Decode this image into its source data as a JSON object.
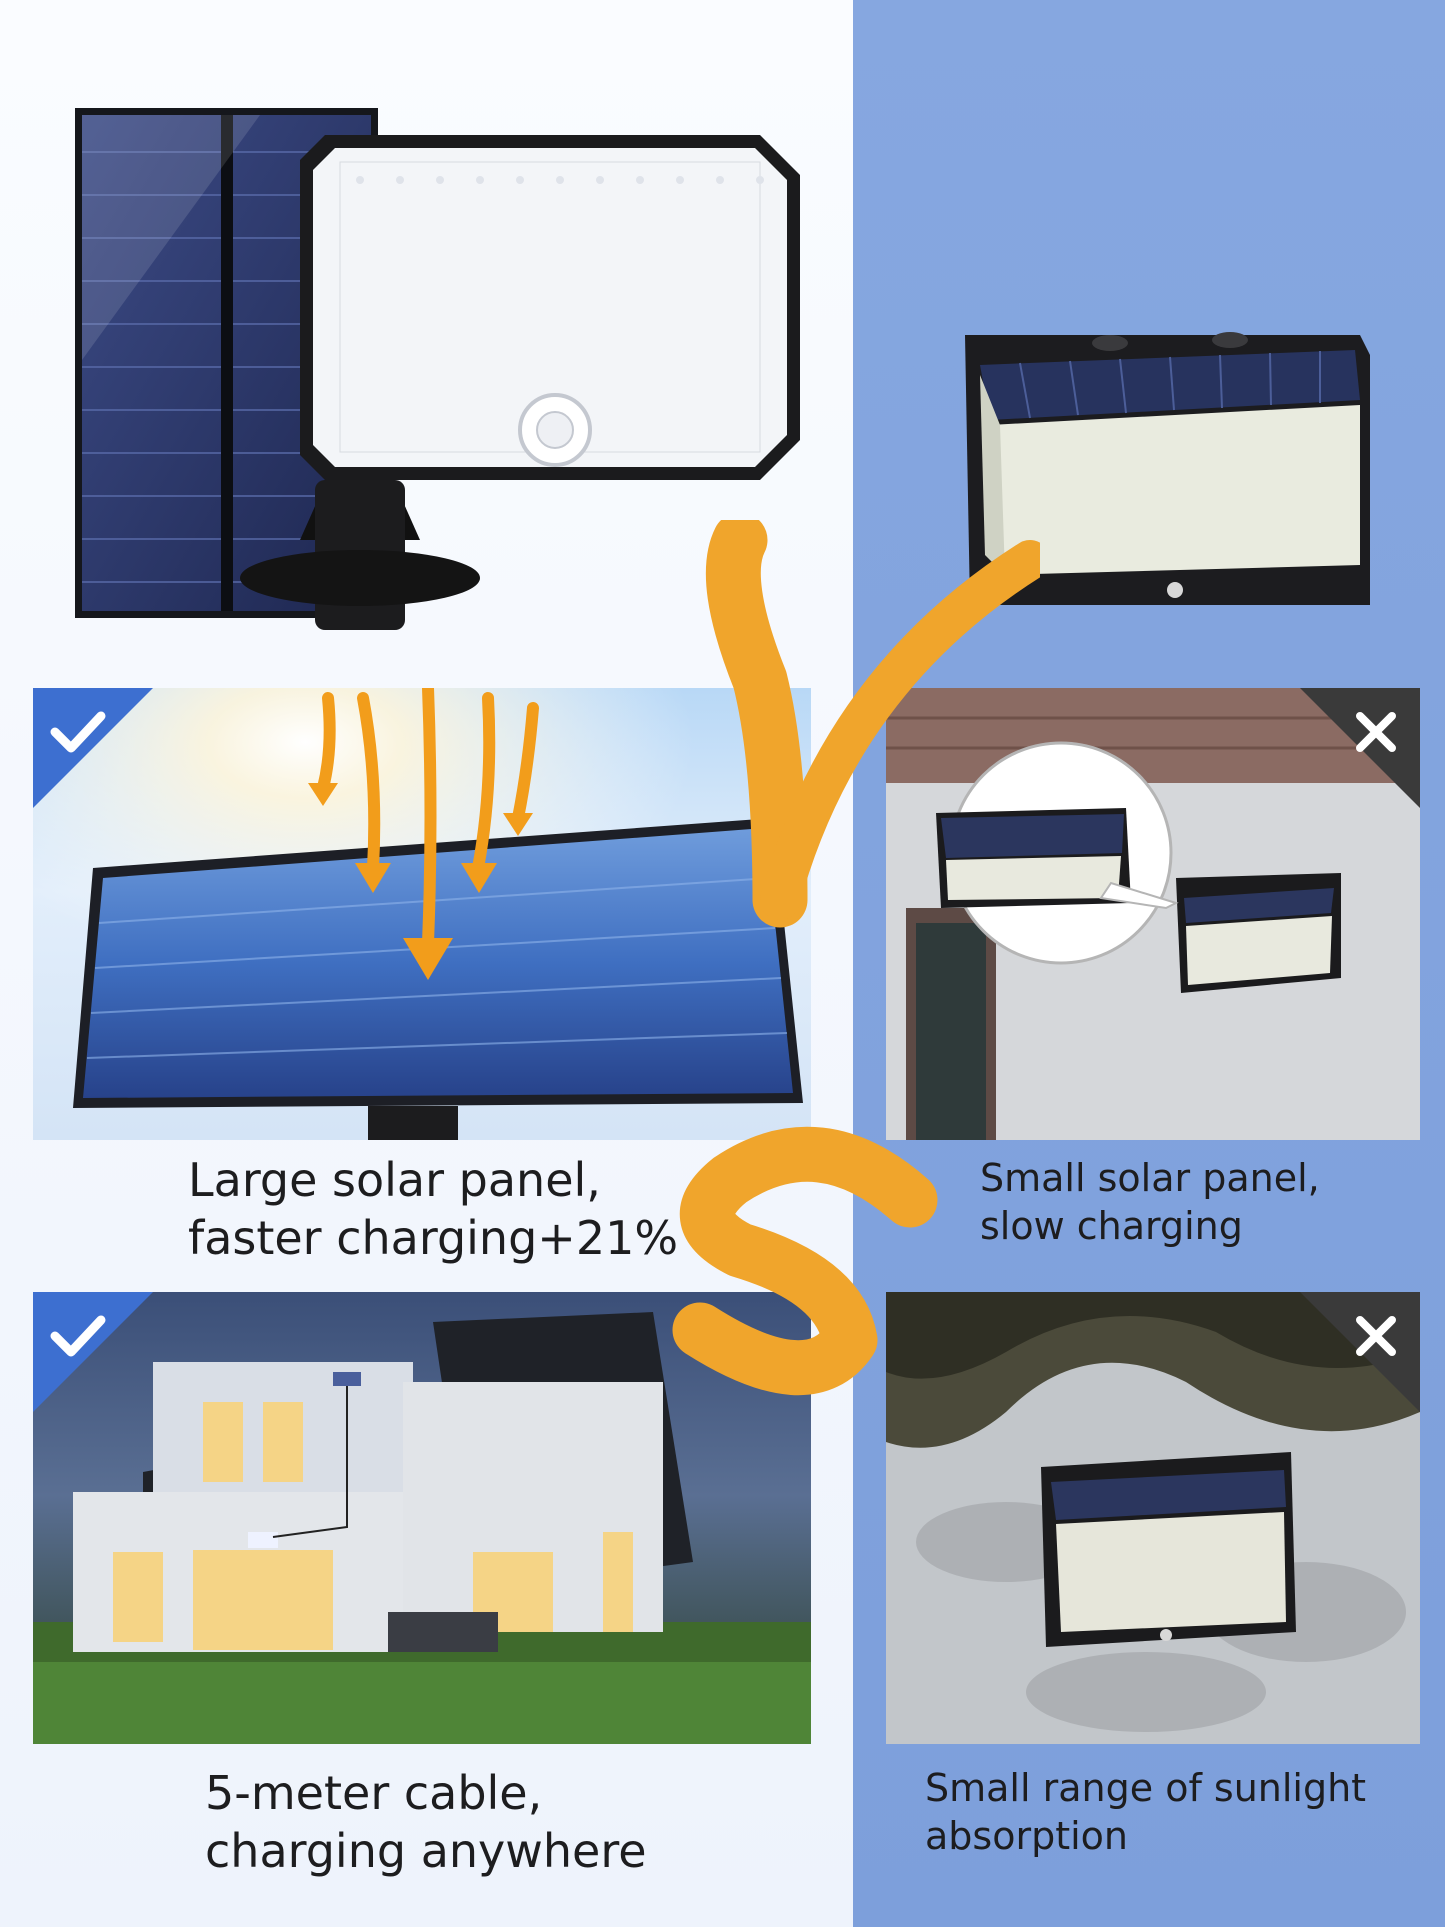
{
  "comparison": {
    "good": {
      "badge_icon": "check-mark-icon",
      "panel_1_caption": [
        "Large solar panel,",
        "faster charging+21%"
      ],
      "panel_2_caption": [
        "5-meter cable,",
        "charging anywhere"
      ]
    },
    "bad": {
      "badge_icon": "x-mark-icon",
      "panel_1_caption": [
        "Small solar panel,",
        "slow charging"
      ],
      "panel_2_caption": [
        "Small range of sunlight",
        "absorption"
      ]
    },
    "vs_mark": "VS"
  },
  "colors": {
    "left_background": "#f4f7fd",
    "right_background": "#86a7e0",
    "good_badge": "#3d6fd0",
    "bad_badge": "#3a3a3a",
    "vs_orange": "#f0a52c"
  }
}
